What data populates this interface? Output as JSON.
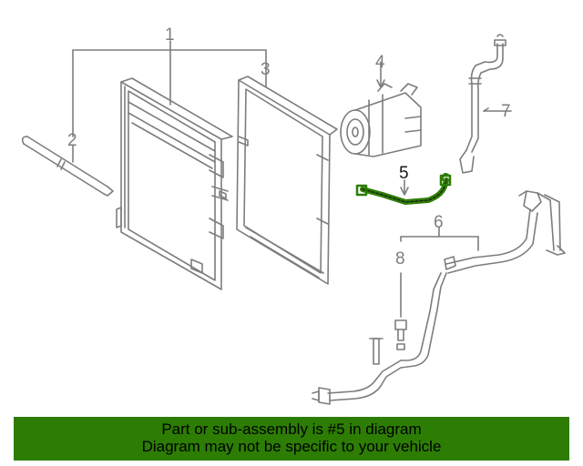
{
  "diagram": {
    "callouts": {
      "c1": "1",
      "c2": "2",
      "c3": "3",
      "c4": "4",
      "c5": "5",
      "c6": "6",
      "c7": "7",
      "c8": "8"
    },
    "highlighted_part": "5"
  },
  "banner": {
    "line1": "Part or sub-assembly is #5 in diagram",
    "line2": "Diagram may not be specific to your vehicle"
  },
  "colors": {
    "banner_bg": "#2d7d04",
    "highlight": "#2d7d04",
    "line_art": "#7d7d7d"
  }
}
